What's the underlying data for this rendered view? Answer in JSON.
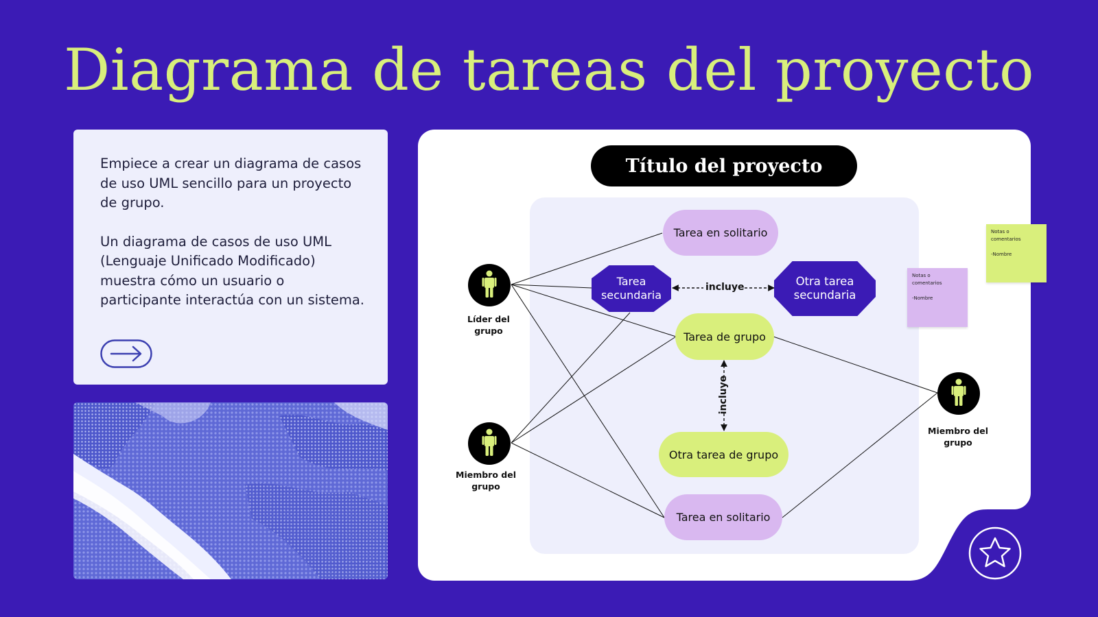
{
  "slide": {
    "title": "Diagrama de tareas del proyecto"
  },
  "info": {
    "paragraph1": "Empiece a crear un diagrama de casos de uso UML sencillo para un proyecto de grupo.",
    "paragraph2": "Un diagrama de casos de uso UML (Lenguaje Unificado Modificado) muestra cómo un usuario o participante interactúa con un sistema.",
    "arrow_icon": "arrow-right-icon"
  },
  "diagram": {
    "project_title": "Título del proyecto",
    "actors": {
      "leader": "Líder del grupo",
      "member_left": "Miembro del grupo",
      "member_right": "Miembro del grupo"
    },
    "use_cases": {
      "solo_top": "Tarea en solitario",
      "secondary": "Tarea secundaria",
      "other_secondary": "Otra tarea secundaria",
      "group": "Tarea de grupo",
      "other_group": "Otra tarea de grupo",
      "solo_bottom": "Tarea en solitario"
    },
    "relations": {
      "include_horizontal": "incluye",
      "include_vertical": "incluye"
    },
    "notes": [
      {
        "title": "Notas o comentarios",
        "name": "-Nombre",
        "color": "#d9ef7c"
      },
      {
        "title": "Notas o comentarios",
        "name": "-Nombre",
        "color": "#d9b8f0"
      }
    ]
  },
  "colors": {
    "background": "#3b1bb5",
    "accent_lime": "#d9ef7c",
    "accent_lilac": "#d9b8f0",
    "panel": "#eeeffc"
  },
  "icons": {
    "star": "star-icon",
    "actor": "person-icon"
  }
}
